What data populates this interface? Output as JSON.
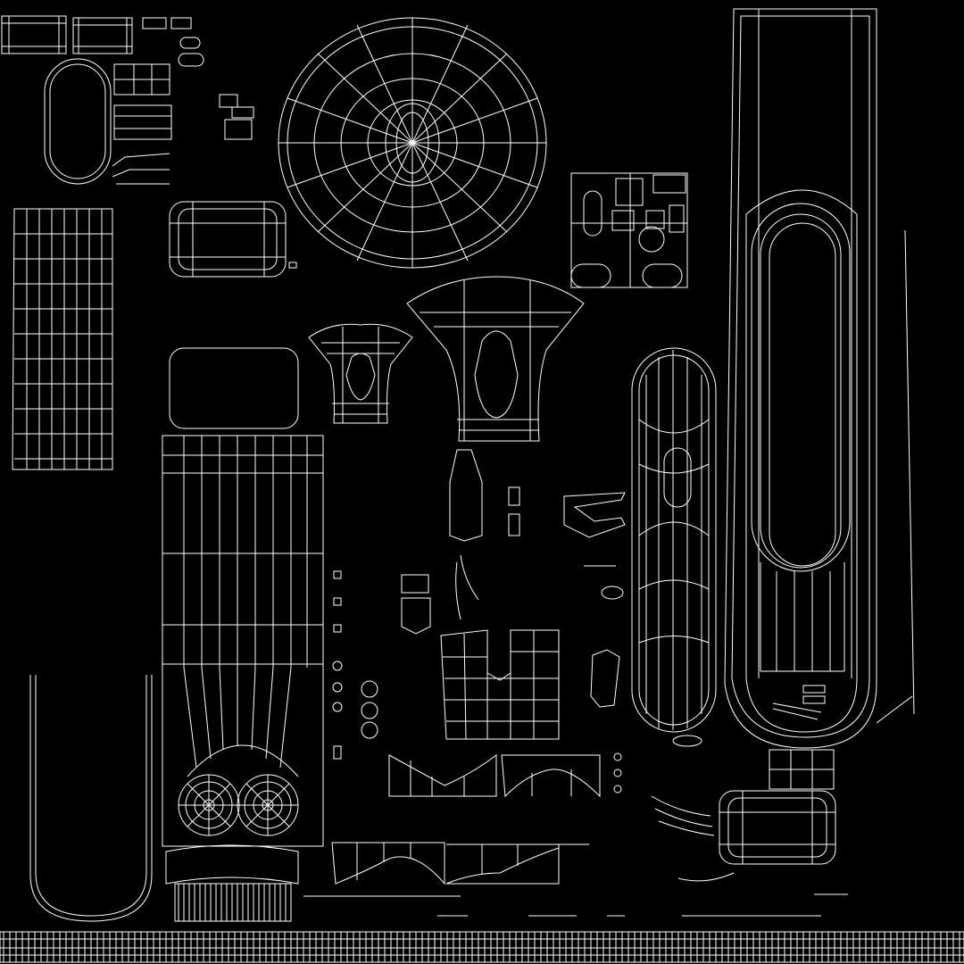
{
  "image": {
    "background_color": "#000000",
    "wire_color": "#ffffff",
    "islands": [
      "rect-grid-top-left-1",
      "rect-grid-top-left-2",
      "oval-ring-small",
      "small-grid-blocks",
      "hexagonal-wheel",
      "tall-grid-strip-left",
      "rounded-rect-grid",
      "rounded-rect-plain",
      "flared-funnel-small",
      "flared-funnel-large",
      "tall-trapezoid-grid",
      "u-shape-curve",
      "fan-discs",
      "fringe-strip",
      "parts-cluster",
      "capsule-grid-center",
      "tall-capsule-right",
      "bottom-rounded-rect-grid",
      "notched-grid-panel",
      "curved-bands",
      "small-parts-column",
      "bottom-texel-strip"
    ]
  }
}
